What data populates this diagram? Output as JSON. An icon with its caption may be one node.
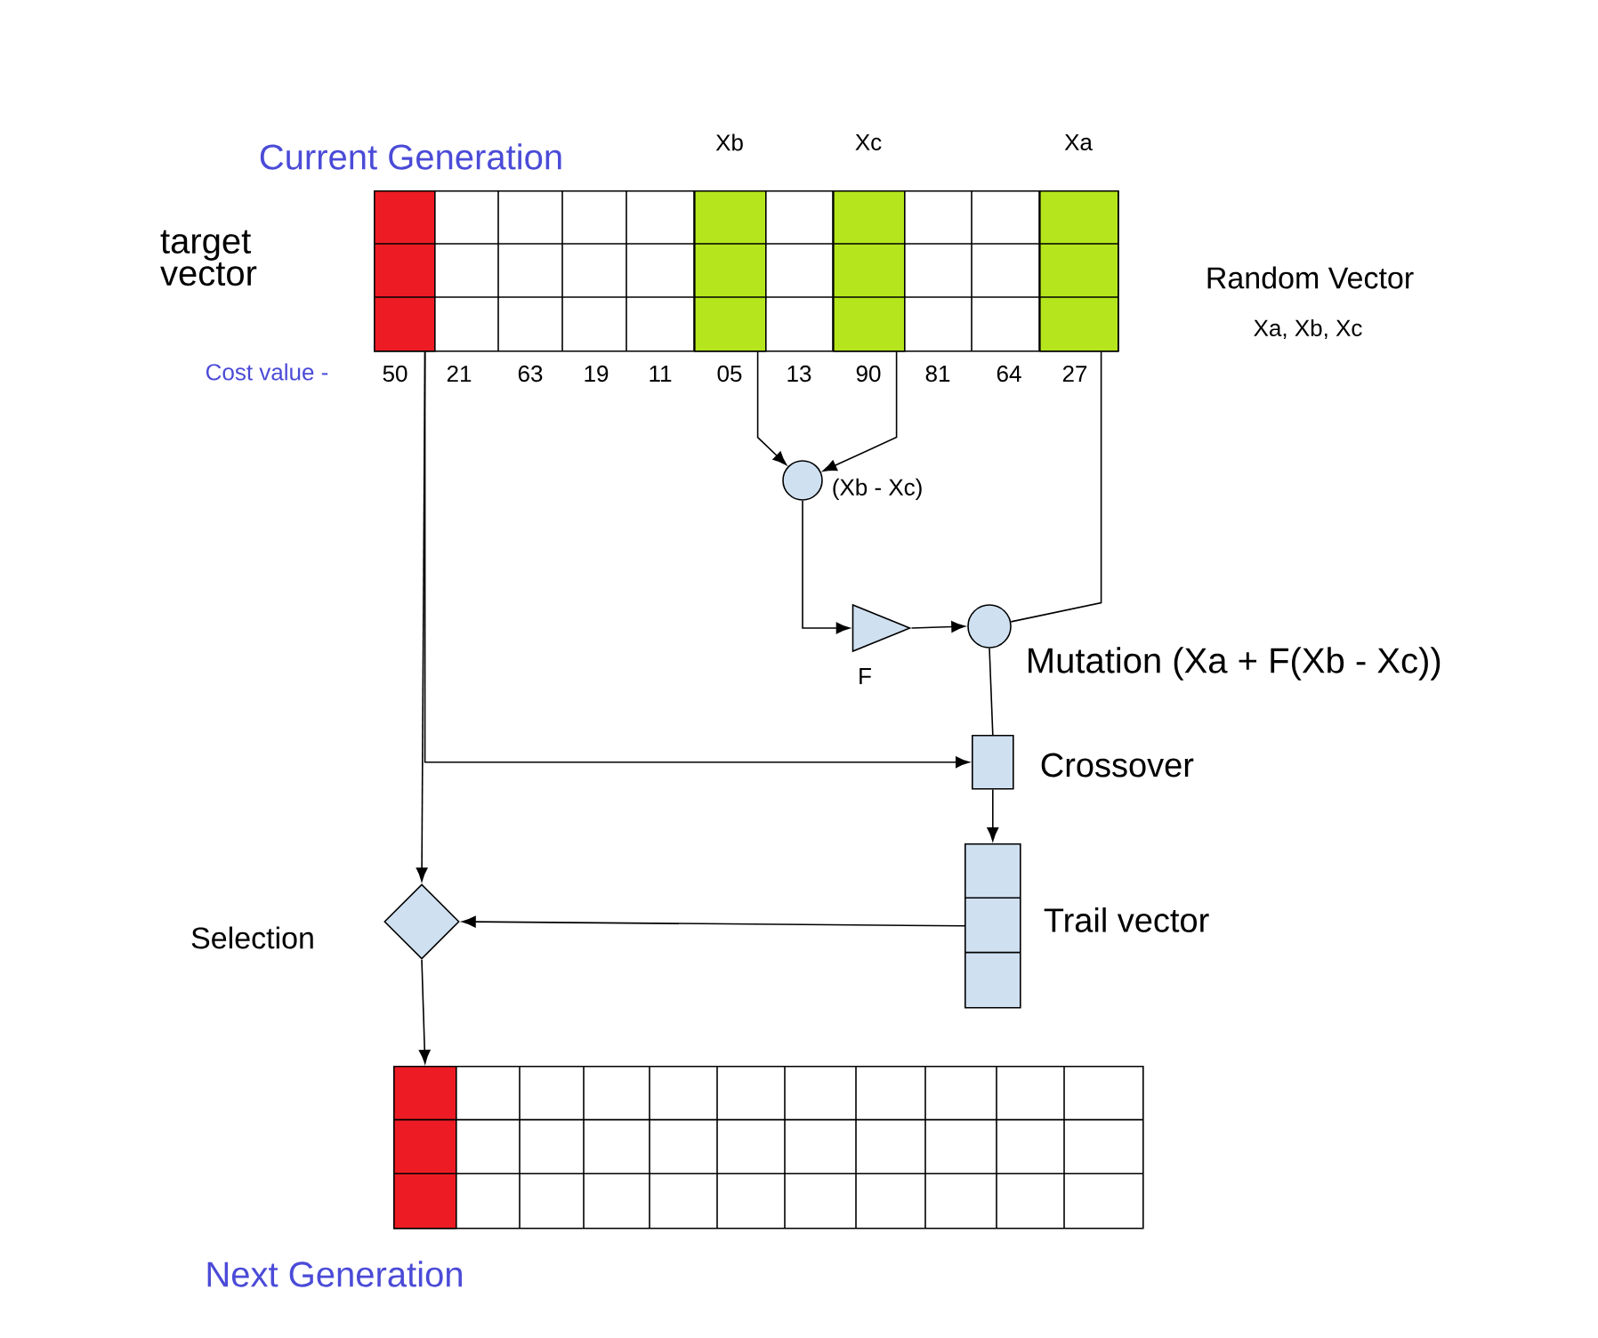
{
  "diagram": {
    "nodes": [
      {
        "text": [
          "Current Generation"
        ]
      },
      {
        "text": [],
        "shape": "bar",
        "in": 0
      },
      {
        "text": [
          "Xb"
        ],
        "in": 0
      },
      {
        "text": [
          "Xc"
        ],
        "in": 0
      },
      {
        "text": [
          "Xa"
        ],
        "in": 0
      },
      {
        "text": [],
        "shape": "circle",
        "beside": [
          "(Xb - Xc)"
        ]
      },
      {
        "text": [],
        "shape": "triangle",
        "beside": [
          "F"
        ]
      },
      {
        "text": [],
        "shape": "circle",
        "beside": [
          "Mutation (Xa + F(Xb - Xc))"
        ]
      },
      {
        "text": [],
        "shape": "box",
        "beside": [
          "Crossover"
        ]
      },
      {
        "text": [],
        "shape": "bar",
        "beside": [
          "Trail vector"
        ]
      },
      {
        "text": [],
        "shape": "diamond",
        "beside": [
          "Selection"
        ]
      },
      {
        "text": [
          "Next Generation"
        ]
      },
      {
        "text": [],
        "shape": "bar",
        "in": 11
      }
    ],
    "edges": [
      {
        "from": 2,
        "to": 5,
        "arrow": "to"
      },
      {
        "from": 3,
        "to": 5,
        "arrow": "to"
      },
      {
        "from": 5,
        "to": 6,
        "arrow": "to"
      },
      {
        "from": 6,
        "to": 7,
        "arrow": "to"
      },
      {
        "from": 4,
        "to": 7,
        "arrow": "none"
      },
      {
        "from": 7,
        "to": 8,
        "arrow": "none"
      },
      {
        "from": 1,
        "to": 8,
        "arrow": "to"
      },
      {
        "from": 1,
        "to": 10,
        "arrow": "to"
      },
      {
        "from": 8,
        "to": 9,
        "arrow": "to"
      },
      {
        "from": 9,
        "to": 10,
        "arrow": "to"
      },
      {
        "from": 10,
        "to": 12,
        "arrow": "to"
      }
    ],
    "labels": [
      "target vector",
      "Random Vector",
      "Xa, Xb, Xc",
      "Cost value -",
      "50",
      "21",
      "63",
      "19",
      "11",
      "05",
      "13",
      "90",
      "81",
      "64",
      "27"
    ]
  }
}
